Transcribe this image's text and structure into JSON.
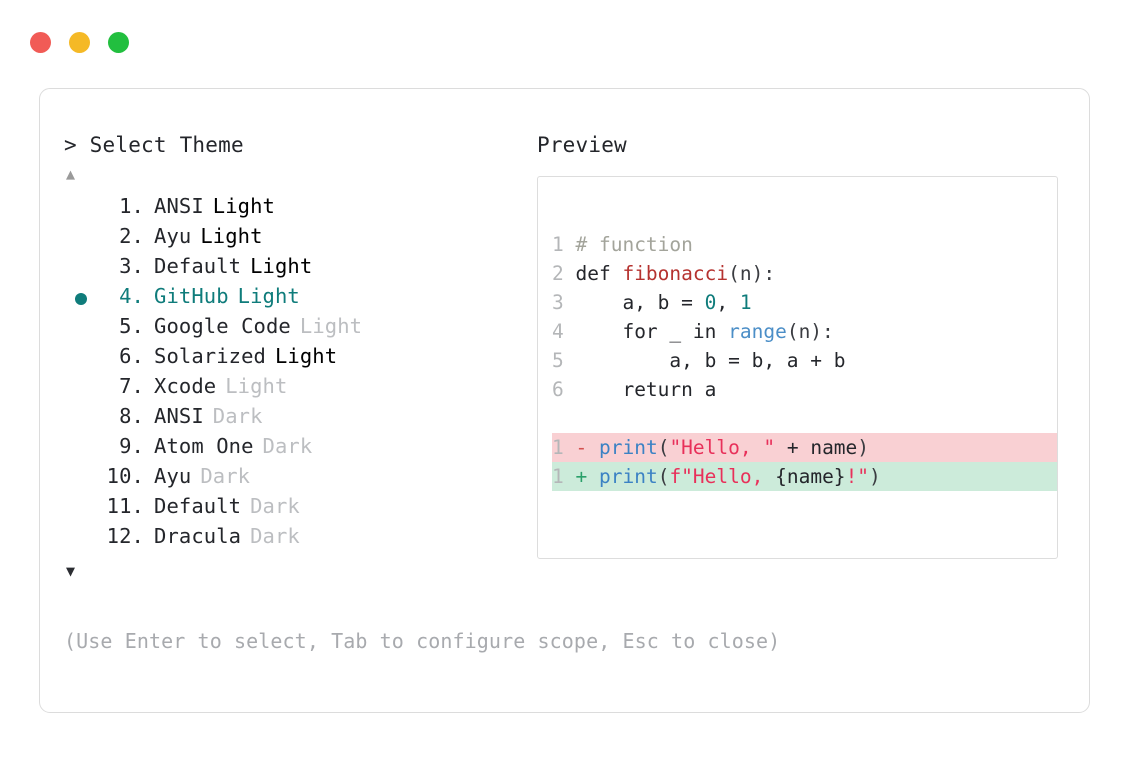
{
  "window": {
    "traffic_lights": [
      {
        "name": "close",
        "color": "#f15b56"
      },
      {
        "name": "minimize",
        "color": "#f5b926"
      },
      {
        "name": "maximize",
        "color": "#22bf3f"
      }
    ]
  },
  "accent_color": "#0f7c7b",
  "left": {
    "prompt": "> Select Theme",
    "scroll_up": "▲",
    "scroll_down": "▼",
    "bullet_glyph": "●",
    "items": [
      {
        "index": " 1.",
        "name": "ANSI",
        "suffix": "Light",
        "suffix_dim": false,
        "selected": false
      },
      {
        "index": " 2.",
        "name": "Ayu",
        "suffix": "Light",
        "suffix_dim": false,
        "selected": false
      },
      {
        "index": " 3.",
        "name": "Default",
        "suffix": "Light",
        "suffix_dim": false,
        "selected": false
      },
      {
        "index": " 4.",
        "name": "GitHub",
        "suffix": "Light",
        "suffix_dim": false,
        "selected": true
      },
      {
        "index": " 5.",
        "name": "Google Code",
        "suffix": "Light",
        "suffix_dim": true,
        "selected": false
      },
      {
        "index": " 6.",
        "name": "Solarized",
        "suffix": "Light",
        "suffix_dim": false,
        "selected": false
      },
      {
        "index": " 7.",
        "name": "Xcode",
        "suffix": "Light",
        "suffix_dim": true,
        "selected": false
      },
      {
        "index": " 8.",
        "name": "ANSI",
        "suffix": "Dark",
        "suffix_dim": true,
        "selected": false
      },
      {
        "index": " 9.",
        "name": "Atom One",
        "suffix": "Dark",
        "suffix_dim": true,
        "selected": false
      },
      {
        "index": "10.",
        "name": "Ayu",
        "suffix": "Dark",
        "suffix_dim": true,
        "selected": false
      },
      {
        "index": "11.",
        "name": "Default",
        "suffix": "Dark",
        "suffix_dim": true,
        "selected": false
      },
      {
        "index": "12.",
        "name": "Dracula",
        "suffix": "Dark",
        "suffix_dim": true,
        "selected": false
      }
    ],
    "hint": "(Use Enter to select, Tab to configure scope, Esc to close)"
  },
  "right": {
    "title": "Preview",
    "code_lines": [
      {
        "ln": "1",
        "tokens": [
          {
            "t": " # function",
            "c": "comment"
          }
        ]
      },
      {
        "ln": "2",
        "tokens": [
          {
            "t": " def ",
            "c": "plain"
          },
          {
            "t": "fibonacci",
            "c": "fn"
          },
          {
            "t": "(n):",
            "c": "punct"
          }
        ]
      },
      {
        "ln": "3",
        "tokens": [
          {
            "t": "     a, b = ",
            "c": "plain"
          },
          {
            "t": "0",
            "c": "num"
          },
          {
            "t": ", ",
            "c": "plain"
          },
          {
            "t": "1",
            "c": "num"
          }
        ]
      },
      {
        "ln": "4",
        "tokens": [
          {
            "t": "     for _ in ",
            "c": "plain"
          },
          {
            "t": "range",
            "c": "builtin"
          },
          {
            "t": "(n):",
            "c": "punct"
          }
        ]
      },
      {
        "ln": "5",
        "tokens": [
          {
            "t": "         a, b = b, a + b",
            "c": "plain"
          }
        ]
      },
      {
        "ln": "6",
        "tokens": [
          {
            "t": "     return a",
            "c": "plain"
          }
        ]
      }
    ],
    "diff_lines": [
      {
        "ln": "1",
        "kind": "del",
        "sign": "-",
        "tokens": [
          {
            "t": "print",
            "c": "call"
          },
          {
            "t": "(",
            "c": "punct"
          },
          {
            "t": "\"Hello, \"",
            "c": "str"
          },
          {
            "t": " + name",
            "c": "plain"
          },
          {
            "t": ")",
            "c": "punct"
          }
        ]
      },
      {
        "ln": "1",
        "kind": "add",
        "sign": "+",
        "tokens": [
          {
            "t": "print",
            "c": "call"
          },
          {
            "t": "(",
            "c": "punct"
          },
          {
            "t": "f\"Hello, ",
            "c": "str"
          },
          {
            "t": "{name}",
            "c": "plain"
          },
          {
            "t": "!\"",
            "c": "str"
          },
          {
            "t": ")",
            "c": "punct"
          }
        ]
      }
    ]
  }
}
